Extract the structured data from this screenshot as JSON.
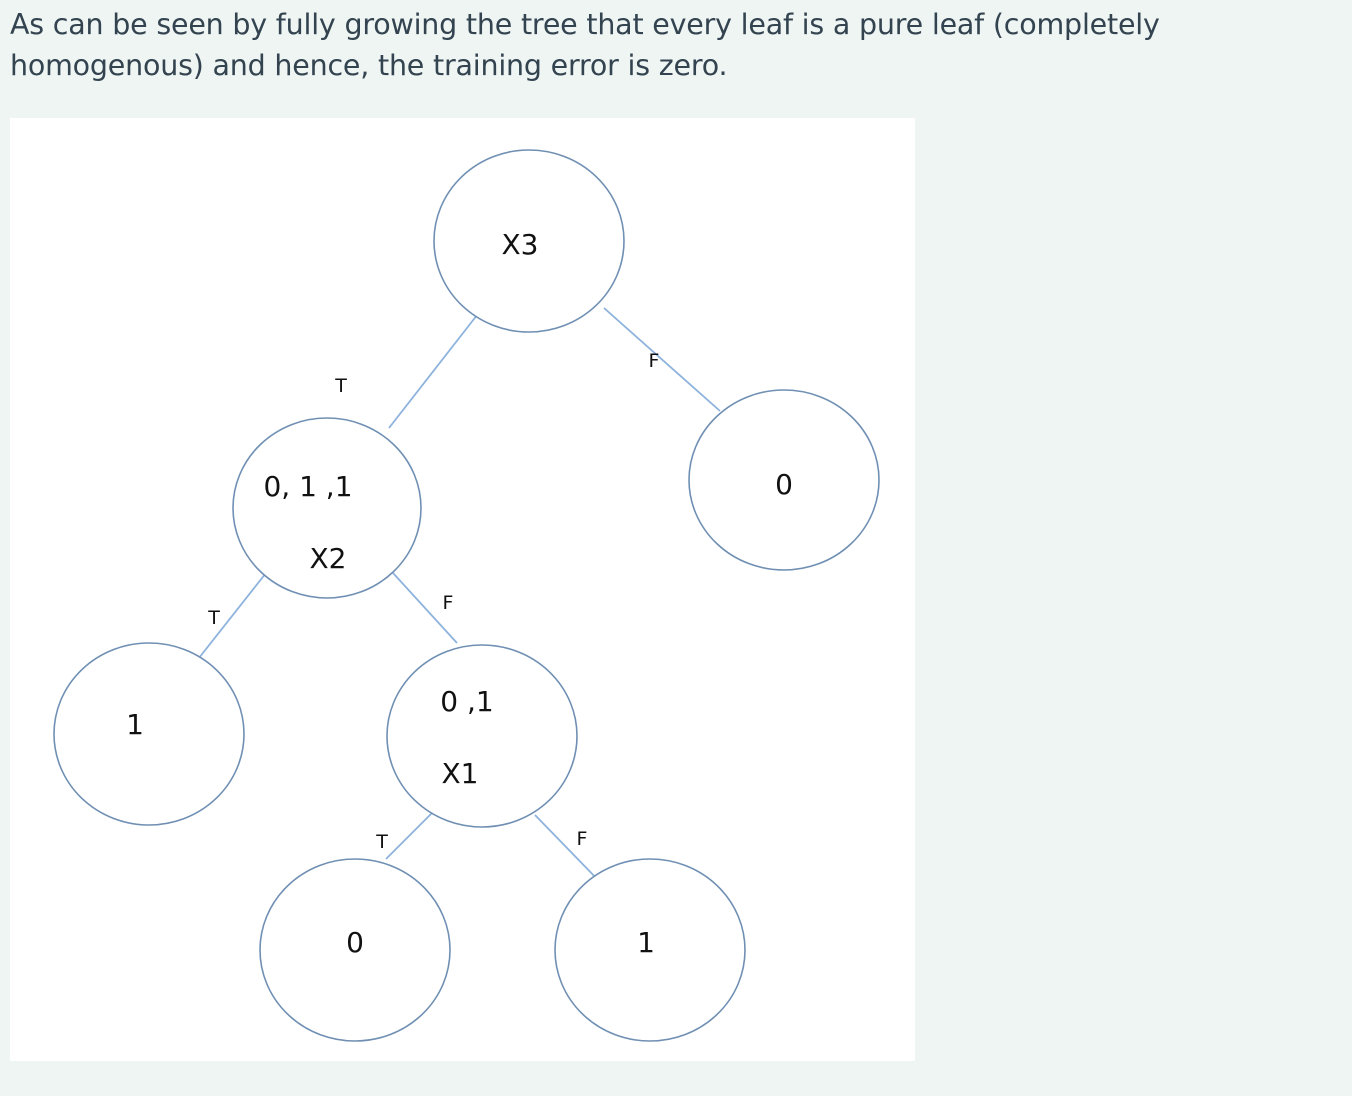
{
  "intro_text": "As can be seen by fully growing the tree that every leaf is a pure leaf (completely homogenous) and hence, the training error is zero.",
  "tree": {
    "nodes": {
      "root": {
        "label": "X3"
      },
      "x2": {
        "values": "0, 1 ,1",
        "label": "X2"
      },
      "leaf_right": {
        "label": "0"
      },
      "leaf_left": {
        "label": "1"
      },
      "x1": {
        "values": "0 ,1",
        "label": "X1"
      },
      "leaf_x1_true": {
        "label": "0"
      },
      "leaf_x1_false": {
        "label": "1"
      }
    },
    "edges": {
      "root_x2": {
        "label": "T"
      },
      "root_right": {
        "label": "F"
      },
      "x2_left": {
        "label": "T"
      },
      "x2_x1": {
        "label": "F"
      },
      "x1_true": {
        "label": "T"
      },
      "x1_false": {
        "label": "F"
      }
    }
  },
  "colors": {
    "node_outline": "#6f8fb3",
    "edge_line": "#8db3dd",
    "page_background": "#eef5f3",
    "figure_background": "#ffffff",
    "text": "#33434f"
  }
}
